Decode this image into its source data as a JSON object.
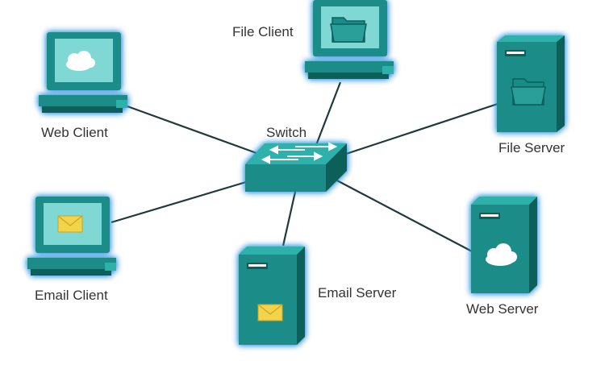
{
  "colors": {
    "device_body": "#1a8c88",
    "device_dark": "#0d5e5a",
    "device_light": "#2fb0ab",
    "screen": "#7fd8d3",
    "glow": "#2a8fe0",
    "link": "#1f3a3a",
    "envelope": "#f3d34a"
  },
  "switch": {
    "label": "Switch",
    "icon": "switch-icon"
  },
  "nodes": {
    "web_client": {
      "label": "Web Client",
      "icon": "cloud-icon"
    },
    "file_client": {
      "label": "File Client",
      "icon": "folder-icon"
    },
    "file_server": {
      "label": "File Server",
      "icon": "folder-icon"
    },
    "email_client": {
      "label": "Email Client",
      "icon": "envelope-icon"
    },
    "email_server": {
      "label": "Email Server",
      "icon": "envelope-icon"
    },
    "web_server": {
      "label": "Web Server",
      "icon": "cloud-icon"
    }
  }
}
